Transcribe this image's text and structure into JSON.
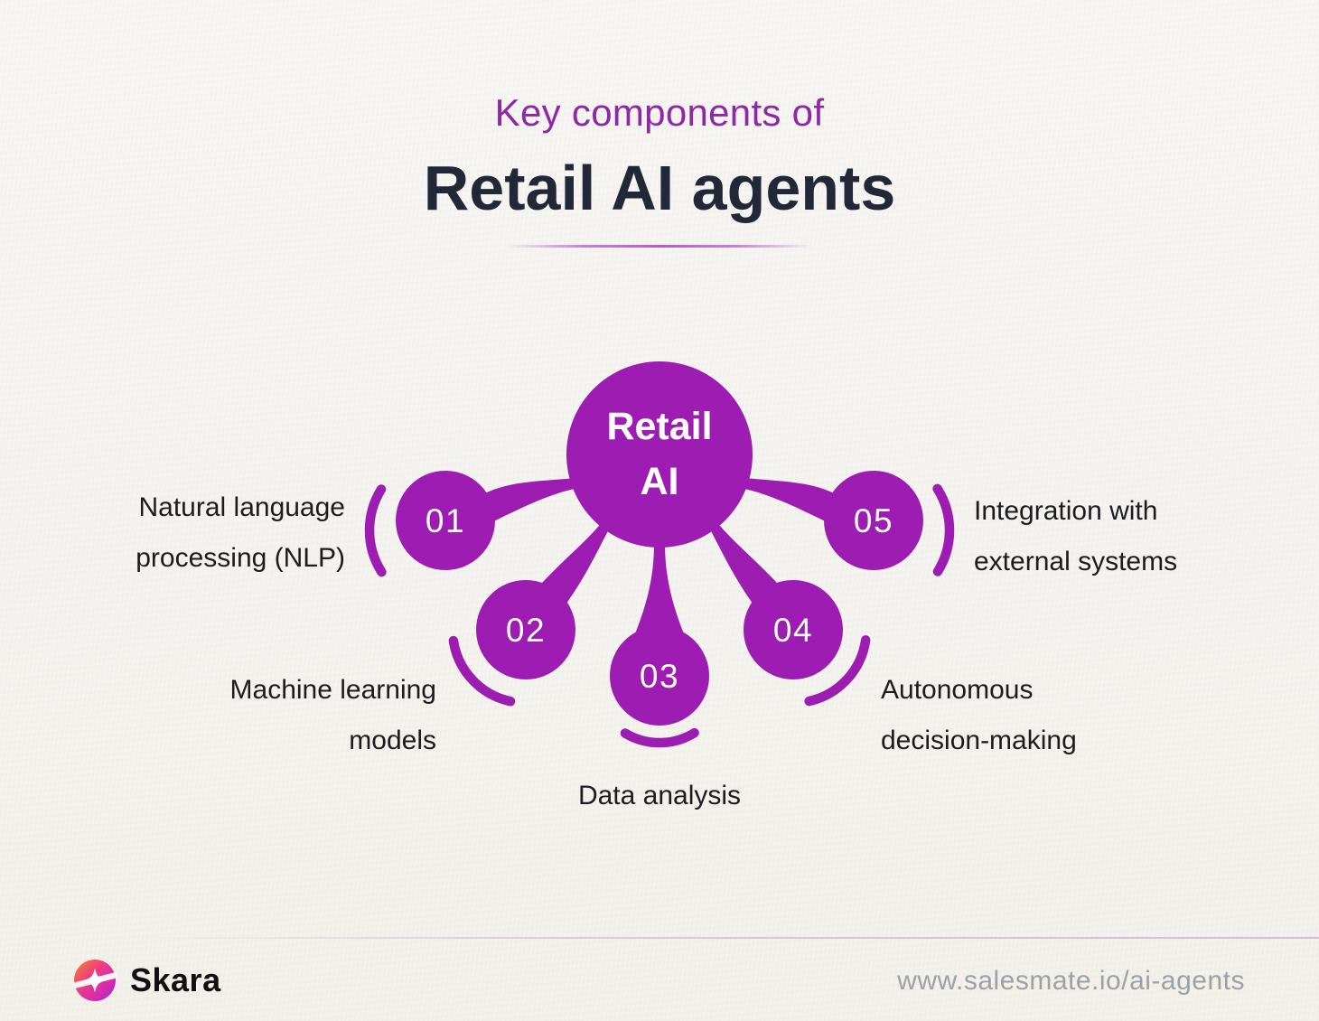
{
  "header": {
    "kicker": "Key components of",
    "title": "Retail AI agents"
  },
  "diagram": {
    "center_label": "Retail\nAI",
    "nodes": [
      {
        "number": "01",
        "label": "Natural language\nprocessing (NLP)"
      },
      {
        "number": "02",
        "label": "Machine learning\nmodels"
      },
      {
        "number": "03",
        "label": "Data analysis"
      },
      {
        "number": "04",
        "label": "Autonomous\ndecision-making"
      },
      {
        "number": "05",
        "label": "Integration with\nexternal systems"
      }
    ]
  },
  "footer": {
    "brand": "Skara",
    "url": "www.salesmate.io/ai-agents",
    "logo_icon": "sparkle-gradient-icon"
  },
  "colors": {
    "shape_purple": "#9D1DB2",
    "kicker_purple": "#8F28A4",
    "title_dark": "#232838",
    "label_dark": "#1B1B20",
    "url_gray": "#9AA1A8",
    "background": "#F5F4F0"
  }
}
